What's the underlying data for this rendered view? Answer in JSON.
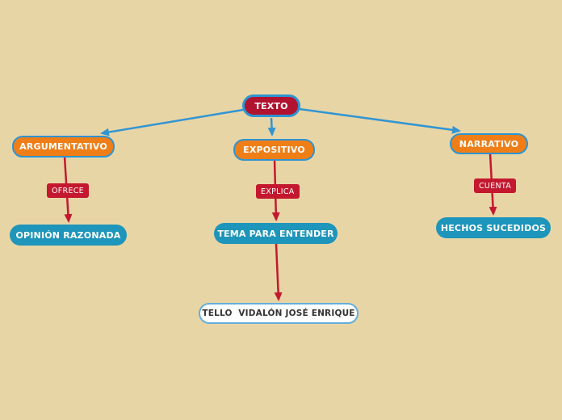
{
  "diagram": {
    "type": "mind-map",
    "background_color": "#e8d5a6",
    "colors": {
      "root_fill": "#b01230",
      "branch_fill": "#f07e17",
      "leaf_fill": "#1e95ba",
      "author_fill": "#ffffff",
      "blue_connector": "#3295d2",
      "red_connector": "#c4182f",
      "node_border_blue": "#2d94d1",
      "author_border": "#62aede",
      "author_text": "#333333",
      "node_text": "#ffffff"
    }
  },
  "nodes": {
    "root": {
      "label": "TEXTO"
    },
    "argumentativo": {
      "label": "ARGUMENTATIVO"
    },
    "expositivo": {
      "label": "EXPOSITIVO"
    },
    "narrativo": {
      "label": "NARRATIVO"
    },
    "opinion": {
      "label": "OPINIÓN RAZONADA"
    },
    "tema": {
      "label": "TEMA PARA ENTENDER"
    },
    "hechos": {
      "label": "HECHOS SUCEDIDOS"
    },
    "autor": {
      "label": "TELLO  VIDALÓN JOSÉ ENRIQUE"
    }
  },
  "edges": [
    {
      "from": "TEXTO",
      "to": "ARGUMENTATIVO",
      "label": "",
      "color": "blue"
    },
    {
      "from": "TEXTO",
      "to": "EXPOSITIVO",
      "label": "",
      "color": "blue"
    },
    {
      "from": "TEXTO",
      "to": "NARRATIVO",
      "label": "",
      "color": "blue"
    },
    {
      "from": "ARGUMENTATIVO",
      "to": "OPINIÓN RAZONADA",
      "label": "OFRECE",
      "color": "red"
    },
    {
      "from": "EXPOSITIVO",
      "to": "TEMA PARA ENTENDER",
      "label": "EXPLICA",
      "color": "red"
    },
    {
      "from": "NARRATIVO",
      "to": "HECHOS SUCEDIDOS",
      "label": "CUENTA",
      "color": "red"
    },
    {
      "from": "TEMA PARA ENTENDER",
      "to": "TELLO  VIDALÓN JOSÉ ENRIQUE",
      "label": "",
      "color": "red"
    }
  ]
}
